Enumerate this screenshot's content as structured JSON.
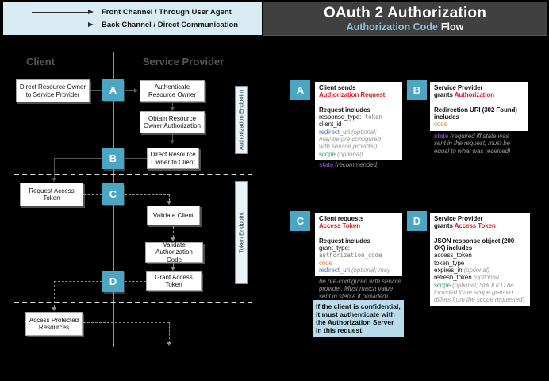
{
  "colors": {
    "accent_teal": "#4ba6c3",
    "red": "#e01b24",
    "orange": "#e0812f",
    "param_blue": "#4f81bd",
    "param_green": "#2f9e68",
    "param_purple": "#7e44a0",
    "legend_bg": "#d9ecf4",
    "titlebar_bg": "#404040",
    "note_info_bg": "#b9dcec",
    "endpoint_bg": "#e9f5fa",
    "background": "#000000"
  },
  "legend": {
    "front": "Front Channel / Through User Agent",
    "back": "Back Channel / Direct Communication"
  },
  "title": {
    "main": "OAuth 2 Authorization",
    "sub_highlight": "Authorization Code",
    "sub_rest": "Flow"
  },
  "columns": {
    "client": "Client",
    "service_provider": "Service Provider"
  },
  "endpoints": {
    "authorization": "Authorization Endpoint",
    "token": "Token Endpoint"
  },
  "letters": {
    "a": "A",
    "b": "B",
    "c": "C",
    "d": "D"
  },
  "flow_boxes": {
    "direct_ro_sp": "Direct Resource Owner to Service Provider",
    "authenticate_ro": "Authenticate Resource Owner",
    "obtain_authorization": "Obtain Resource Owner Authorization",
    "direct_ro_client": "Direct Resource Owner to Client",
    "request_access_token": "Request Access Token",
    "validate_client": "Validate Client",
    "validate_auth_code": "Validate Authorization Code",
    "grant_access_token": "Grant Access Token",
    "access_protected_resources": "Access Protected Resources"
  },
  "notes": {
    "a": {
      "box": [
        [
          {
            "t": "Client sends",
            "c": "b"
          }
        ],
        [
          {
            "t": "Authorization Request",
            "c": "b red"
          }
        ],
        [],
        [
          {
            "t": "Request includes",
            "c": "b"
          }
        ],
        [
          {
            "t": "response_type:",
            "c": ""
          },
          {
            "t": " token",
            "c": "mono"
          }
        ],
        [
          {
            "t": "client_id",
            "c": ""
          }
        ],
        [
          {
            "t": "redirect_uri",
            "c": "blue"
          },
          {
            "t": " (optional;",
            "c": "gi"
          }
        ],
        [
          {
            "t": "may be pre-configured",
            "c": "gi"
          }
        ],
        [
          {
            "t": "with service provider)",
            "c": "gi"
          }
        ],
        [
          {
            "t": "scope",
            "c": "green"
          },
          {
            "t": " (optional)",
            "c": "gi"
          }
        ]
      ],
      "overflow": [
        [
          {
            "t": "state",
            "c": "purple"
          },
          {
            "t": " (recommended)",
            "c": "gi"
          }
        ]
      ]
    },
    "b": {
      "box": [
        [
          {
            "t": "Service Provider",
            "c": "b"
          }
        ],
        [
          {
            "t": "grants ",
            "c": "b"
          },
          {
            "t": "Authorization",
            "c": "b red"
          }
        ],
        [],
        [
          {
            "t": "Redirection URI (302 Found)",
            "c": "b"
          }
        ],
        [
          {
            "t": "includes",
            "c": "b"
          }
        ],
        [
          {
            "t": "code",
            "c": "orange"
          }
        ]
      ],
      "overflow": [
        [
          {
            "t": "state",
            "c": "purple"
          },
          {
            "t": " (required iff state was",
            "c": "gi"
          }
        ],
        [
          {
            "t": "sent in the request; must be",
            "c": "gi"
          }
        ],
        [
          {
            "t": "equal to what was received)",
            "c": "gi"
          }
        ]
      ]
    },
    "c": {
      "box": [
        [
          {
            "t": "Client requests",
            "c": "b"
          }
        ],
        [
          {
            "t": "Access Token",
            "c": "b red"
          }
        ],
        [],
        [
          {
            "t": "Request includes",
            "c": "b"
          }
        ],
        [
          {
            "t": "grant_type:",
            "c": ""
          }
        ],
        [
          {
            "t": "authorization_code",
            "c": "mono"
          }
        ],
        [
          {
            "t": "code",
            "c": "orange"
          }
        ],
        [
          {
            "t": "redirect_uri",
            "c": "blue"
          },
          {
            "t": " (optional; may",
            "c": "gi"
          }
        ]
      ],
      "overflow": [
        [
          {
            "t": "be pre-configured with service",
            "c": "gi"
          }
        ],
        [
          {
            "t": "provider. Must match value",
            "c": "gi"
          }
        ],
        [
          {
            "t": "sent in step A if provided)",
            "c": "gi"
          }
        ]
      ],
      "info": "If the client is confidential, it must authenticate with the Authorization Server in this request."
    },
    "d": {
      "box": [
        [
          {
            "t": "Service Provider",
            "c": "b"
          }
        ],
        [
          {
            "t": "grants ",
            "c": "b"
          },
          {
            "t": "Access Token",
            "c": "b red"
          }
        ],
        [],
        [
          {
            "t": "JSON response object (200",
            "c": "b"
          }
        ],
        [
          {
            "t": "OK) includes",
            "c": "b"
          }
        ],
        [
          {
            "t": "access_token",
            "c": ""
          }
        ],
        [
          {
            "t": "token_type",
            "c": ""
          }
        ],
        [
          {
            "t": "expires_in",
            "c": ""
          },
          {
            "t": " (optional)",
            "c": "gi"
          }
        ],
        [
          {
            "t": "refresh_token",
            "c": ""
          },
          {
            "t": " (optional)",
            "c": "gi"
          }
        ],
        [
          {
            "t": "scope",
            "c": "green"
          },
          {
            "t": " (optional; SHOULD be",
            "c": "gi"
          }
        ],
        [
          {
            "t": "included if the scope granted",
            "c": "gi"
          }
        ],
        [
          {
            "t": "differs from the scope requested)",
            "c": "gi"
          }
        ]
      ],
      "overflow": []
    }
  }
}
